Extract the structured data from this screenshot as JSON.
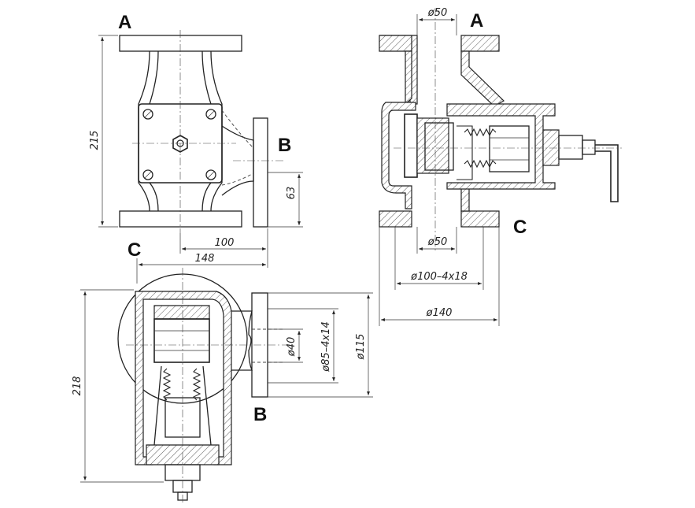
{
  "drawing": {
    "ports": {
      "a": "A",
      "b": "B",
      "c": "C"
    },
    "dimensions": {
      "height_front": "215",
      "port_b_offset": "63",
      "width_100": "100",
      "width_148": "148",
      "height_218": "218",
      "bore_40": "ø40",
      "bolt_circle_85": "ø85–4x14",
      "flange_115": "ø115",
      "bore_50_top": "ø50",
      "bore_50_bottom": "ø50",
      "bolt_circle_100": "ø100–4x18",
      "flange_140": "ø140"
    }
  }
}
